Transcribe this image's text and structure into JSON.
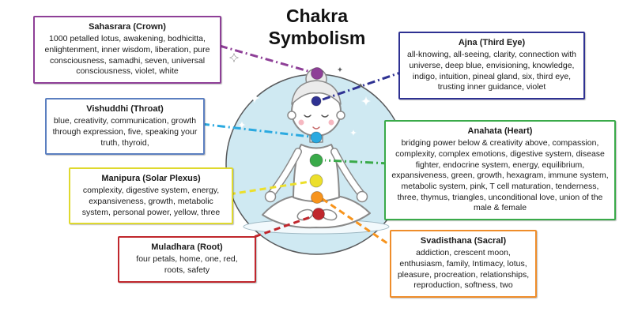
{
  "title": {
    "line1": "Chakra",
    "line2": "Symbolism"
  },
  "boxes": {
    "sahasrara": {
      "title": "Sahasrara (Crown)",
      "description": "1000 petalled lotus, awakening, bodhicitta, enlightenment, inner wisdom, liberation, pure consciousness, samadhi, seven, universal consciousness, violet, white",
      "border_color": "#8e3f97"
    },
    "vishuddhi": {
      "title": "Vishuddhi (Throat)",
      "description": "blue, creativity, communication, growth through expression, five, speaking your truth, thyroid,",
      "border_color": "#5b7fc0"
    },
    "manipura": {
      "title": "Manipura (Solar Plexus)",
      "description": "complexity, digestive system, energy, expansiveness, growth, metabolic system, personal power, yellow, three",
      "border_color": "#dfd92e"
    },
    "muladhara": {
      "title": "Muladhara (Root)",
      "description": "four petals, home, one, red, roots, safety",
      "border_color": "#c0272d"
    },
    "ajna": {
      "title": "Ajna (Third Eye)",
      "description": "all-knowing, all-seeing, clarity, connection with universe, deep blue, envisioning, knowledge, indigo, intuition, pineal gland, six, third eye, trusting inner guidance, violet",
      "border_color": "#2e3192"
    },
    "anahata": {
      "title": "Anahata (Heart)",
      "description": "bridging power below & creativity above, compassion, complexity, complex emotions, digestive system, disease fighter, endocrine system, energy, equilibrium, expansiveness, green, growth, hexagram, immune system, metabolic system, pink, T cell maturation, tenderness, three, thymus, triangles, unconditional love, union of the male & female",
      "border_color": "#3aaa4a"
    },
    "svadisthana": {
      "title": "Svadisthana (Sacral)",
      "description": "addiction, crescent moon, enthusiasm, family, Intimacy, lotus, pleasure, procreation, relationships, reproduction, softness, two",
      "border_color": "#ef8d2a"
    }
  },
  "chakras": {
    "crown": "#8e3f97",
    "third_eye": "#2e3192",
    "throat": "#2aa9e0",
    "heart": "#3aaa4a",
    "solar_plexus": "#ecdf2b",
    "sacral": "#f7941d",
    "root": "#c0272d"
  },
  "illustration_colors": {
    "aura_fill": "#cfe9f2",
    "aura_stroke": "#58595b"
  }
}
